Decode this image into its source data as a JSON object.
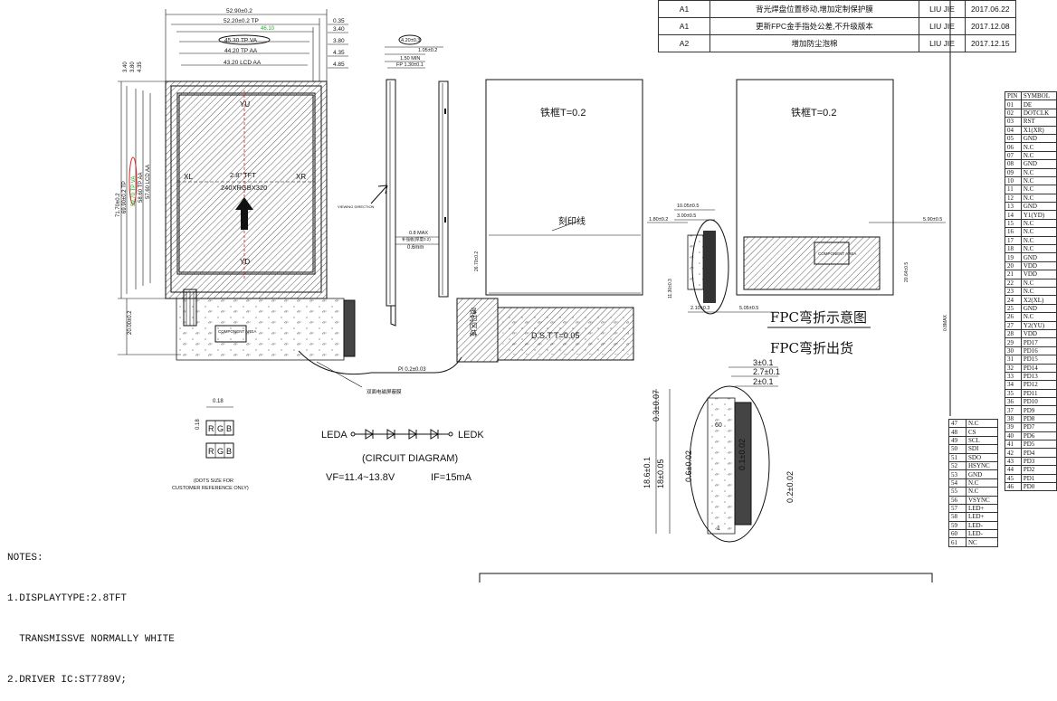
{
  "revisions": [
    {
      "rev": "A1",
      "desc": "背光焊盘位置移动,增加定制保护膜",
      "by": "LIU JIE",
      "date": "2017.06.22"
    },
    {
      "rev": "A1",
      "desc": "更新FPC金手指处公差,不升级版本",
      "by": "LIU JIE",
      "date": "2017.12.08"
    },
    {
      "rev": "A2",
      "desc": "增加防尘泡棉",
      "by": "LIU JIE",
      "date": "2017.12.15"
    }
  ],
  "front": {
    "dim_outline": "52.90±0.2",
    "dim_tp": "52.20±0.2 TP",
    "dim_red": "46.10",
    "dim_va": "45.30 TP VA",
    "dim_aa": "44.20 TP AA",
    "dim_lcd_aa": "43.20 LCD AA",
    "right_dims": [
      "0.35",
      "3.40",
      "3.80",
      "4.35",
      "4.85"
    ],
    "left_dims": [
      "3.40",
      "3.80",
      "4.35"
    ],
    "vert_outline": "71.70±0.2",
    "vert_tp": "69.90±0.2 TP",
    "vert_va": "59.70 TP VA",
    "vert_aa": "58.60 TP AA",
    "vert_lcd": "57.60 LCD AA",
    "fpc_len": "20.00±0.2",
    "yu": "YU",
    "yd": "YD",
    "xl": "XL",
    "xr": "XR",
    "panel_type": "2.8\" TFT",
    "resolution": "240XRGBX320",
    "component_area": "COMPONENT AREA",
    "viewing_direction": "VIEWING DIRECTION"
  },
  "side": {
    "top_dim1": "4.20±0.3",
    "top_dim2": "1.05±0.2",
    "top_dim3": "1.50 MIN",
    "top_dim4": "FP 1.30±0.1",
    "max_label": "0.8 MAX",
    "note_label": "补强板(厚度0.2)",
    "thick": "0.6mm",
    "pitch": "PI 0.2±0.03",
    "tape_label": "双面电磁屏蔽膜"
  },
  "back": {
    "frame1": "铁框T=0.2",
    "frame2": "铁框T=0.2",
    "engrave": "刻印线",
    "vert": "26.70±0.2",
    "dst": "D.S.T  T=0.05",
    "stamp": "喷码区域"
  },
  "fpc": {
    "d1": "10.05±0.5",
    "d2": "3.00±0.5",
    "d3": "1.80±0.2",
    "d4": "5.90±0.5",
    "d5": "2.10±0.3",
    "d6": "5.05±0.5",
    "d7": "11.30±0.3",
    "d8": "20.64±0.5",
    "d9": "0.8MAX",
    "bend_title": "FPC弯折示意图",
    "ship_title": "FPC弯折出货",
    "component": "COMPONENT AREA"
  },
  "connector": {
    "d1": "3±0.1",
    "d2": "2.7±0.1",
    "d3": "2±0.1",
    "d4": "0.3±0.07",
    "d5": "0.6±0.02",
    "d6": "0.1±0.02",
    "d7": "18±0.05",
    "d8": "18.6±0.1",
    "d9": "0.2±0.02",
    "pin_first": "60",
    "pin_last": "1"
  },
  "dots": {
    "size": "0.18",
    "height": "0.18",
    "r": "R",
    "g": "G",
    "b": "B",
    "caption1": "(DOTS SIZE  FOR",
    "caption2": "CUSTOMER REFERENCE ONLY)"
  },
  "circuit": {
    "leda": "LEDA",
    "ledk": "LEDK",
    "title": "(CIRCUIT  DIAGRAM)",
    "vf": "VF=11.4~13.8V",
    "if": "IF=15mA"
  },
  "notes": [
    "NOTES:",
    "1.DISPLAYTYPE:2.8TFT",
    "  TRANSMISSVE NORMALLY WHITE",
    "2.DRIVER IC:ST7789V;"
  ],
  "pins_right": {
    "header": [
      "PIN",
      "SYMBOL"
    ],
    "rows": [
      [
        "01",
        "DE"
      ],
      [
        "02",
        "DOTCLK"
      ],
      [
        "03",
        "RST"
      ],
      [
        "04",
        "X1(XR)"
      ],
      [
        "05",
        "GND"
      ],
      [
        "06",
        "N.C"
      ],
      [
        "07",
        "N.C"
      ],
      [
        "08",
        "GND"
      ],
      [
        "09",
        "N.C"
      ],
      [
        "10",
        "N.C"
      ],
      [
        "11",
        "N.C"
      ],
      [
        "12",
        "N.C"
      ],
      [
        "13",
        "GND"
      ],
      [
        "14",
        "Y1(YD)"
      ],
      [
        "15",
        "N.C"
      ],
      [
        "16",
        "N.C"
      ],
      [
        "17",
        "N.C"
      ],
      [
        "18",
        "N.C"
      ],
      [
        "19",
        "GND"
      ],
      [
        "20",
        "VDD"
      ],
      [
        "21",
        "VDD"
      ],
      [
        "22",
        "N.C"
      ],
      [
        "23",
        "N.C"
      ],
      [
        "24",
        "X2(XL)"
      ],
      [
        "25",
        "GND"
      ],
      [
        "26",
        "N.C"
      ],
      [
        "27",
        "Y2(YU)"
      ],
      [
        "28",
        "VDD"
      ],
      [
        "29",
        "PD17"
      ],
      [
        "30",
        "PD16"
      ],
      [
        "31",
        "PD15"
      ],
      [
        "32",
        "PD14"
      ],
      [
        "33",
        "PD13"
      ],
      [
        "34",
        "PD12"
      ],
      [
        "35",
        "PD11"
      ],
      [
        "36",
        "PD10"
      ],
      [
        "37",
        "PD9"
      ],
      [
        "38",
        "PD8"
      ],
      [
        "39",
        "PD7"
      ],
      [
        "40",
        "PD6"
      ],
      [
        "41",
        "PD5"
      ],
      [
        "42",
        "PD4"
      ],
      [
        "43",
        "PD3"
      ],
      [
        "44",
        "PD2"
      ],
      [
        "45",
        "PD1"
      ],
      [
        "46",
        "PD0"
      ]
    ]
  },
  "pins_left": {
    "rows": [
      [
        "47",
        "N.C"
      ],
      [
        "48",
        "CS"
      ],
      [
        "49",
        "SCL"
      ],
      [
        "50",
        "SDI"
      ],
      [
        "51",
        "SDO"
      ],
      [
        "52",
        "HSYNC"
      ],
      [
        "53",
        "GND"
      ],
      [
        "54",
        "N.C"
      ],
      [
        "55",
        "N.C"
      ],
      [
        "56",
        "VSYNC"
      ],
      [
        "57",
        "LED+"
      ],
      [
        "58",
        "LED+"
      ],
      [
        "59",
        "LED-"
      ],
      [
        "60",
        "LED-"
      ],
      [
        "61",
        "NC"
      ]
    ]
  }
}
